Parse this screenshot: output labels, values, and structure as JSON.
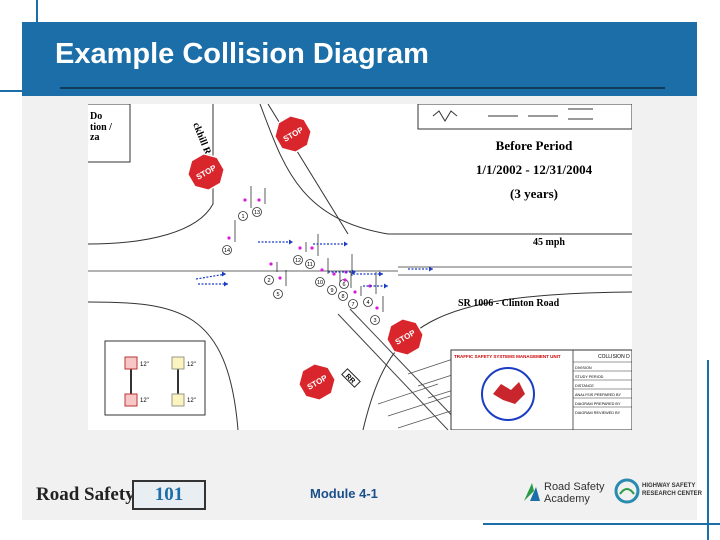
{
  "slide": {
    "title": "Example Collision Diagram"
  },
  "diagram": {
    "corner_label_lines": [
      "Do",
      "tion /",
      "za"
    ],
    "road_label": "ckhill Road",
    "period_title": "Before Period",
    "date_range": "1/1/2002 - 12/31/2004",
    "duration": "(3 years)",
    "speed": "45 mph",
    "street": "SR 1006 - Clinton Road",
    "stop_text": "STOP",
    "crossing_text": "RR",
    "crash_numbers": [
      "1",
      "13",
      "2",
      "14",
      "5",
      "12",
      "11",
      "10",
      "9",
      "6",
      "8",
      "7",
      "4",
      "3"
    ],
    "signal_labels": [
      "12\"",
      "12\"",
      "12\"",
      "12\""
    ],
    "title_block": {
      "header": "TRAFFIC SAFETY SYSTEMS MANAGEMENT UNIT",
      "name": "COLLISION D",
      "rows": [
        "DIVISION",
        "STUDY PERIOD",
        "DISTANCE",
        "ANALYSIS PREPARED BY",
        "DIAGRAM PREPARED BY",
        "DIAGRAM REVIEWED BY"
      ]
    }
  },
  "footer": {
    "brand": "Road Safety",
    "brand_number": "101",
    "module": "Module 4-1",
    "academy_line1": "Road Safety",
    "academy_line2": "Academy",
    "center_line1": "HIGHWAY SAFETY",
    "center_line2": "RESEARCH CENTER"
  },
  "colors": {
    "accent": "#1b6ea8",
    "stop_sign": "#d9262c",
    "vehicle_arrow": "#1a3cc4",
    "injury_marker": "#d61fd6"
  }
}
